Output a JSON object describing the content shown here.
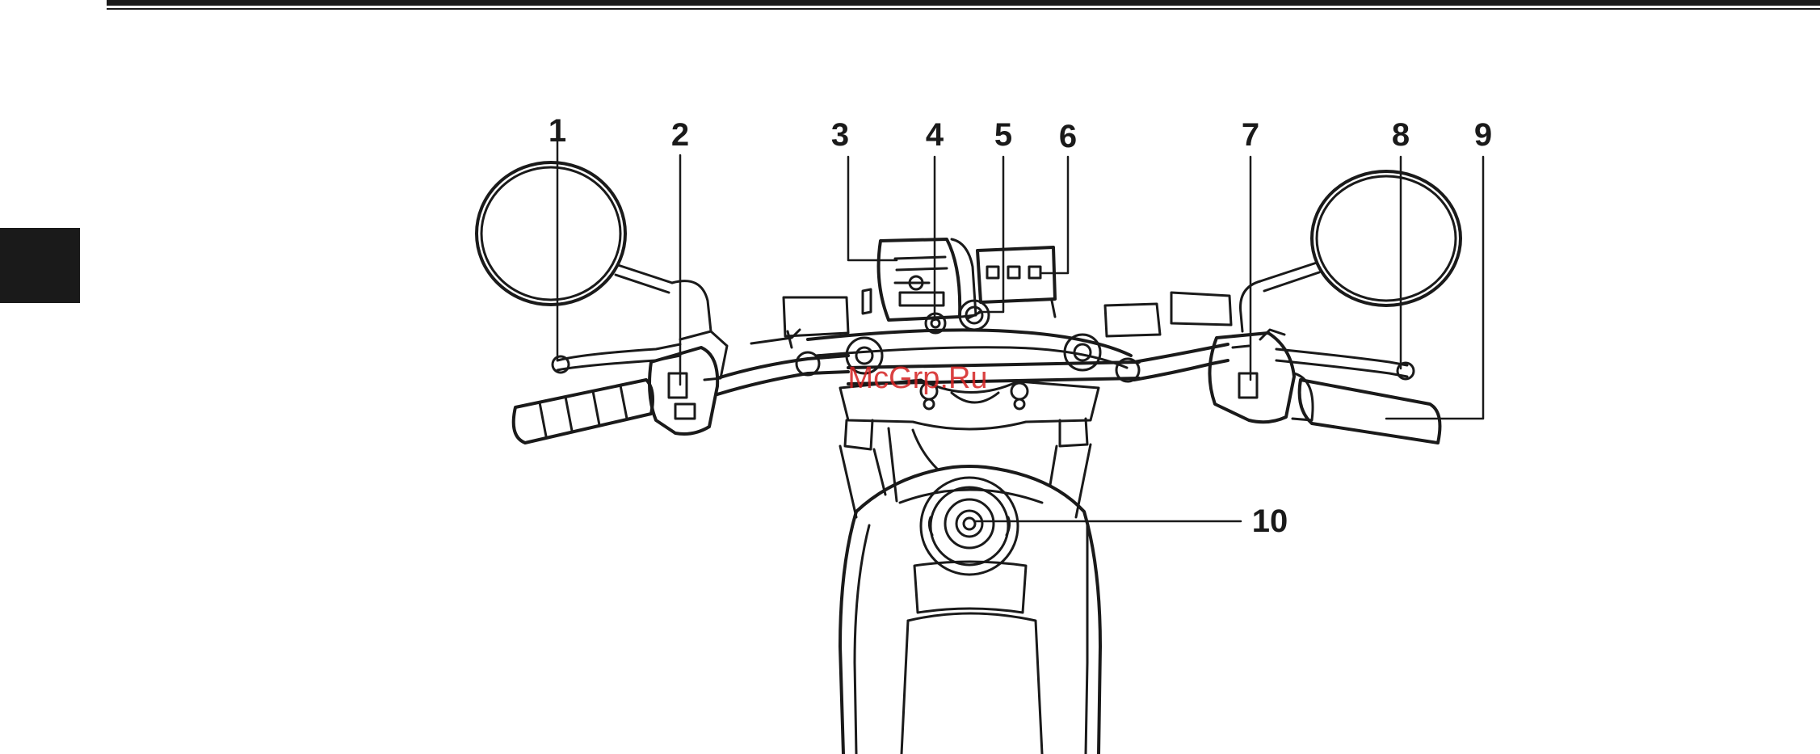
{
  "callouts": [
    {
      "id": "1",
      "label": "1"
    },
    {
      "id": "2",
      "label": "2"
    },
    {
      "id": "3",
      "label": "3"
    },
    {
      "id": "4",
      "label": "4"
    },
    {
      "id": "5",
      "label": "5"
    },
    {
      "id": "6",
      "label": "6"
    },
    {
      "id": "7",
      "label": "7"
    },
    {
      "id": "8",
      "label": "8"
    },
    {
      "id": "9",
      "label": "9"
    },
    {
      "id": "10",
      "label": "10"
    }
  ],
  "watermark": "McGrp.Ru",
  "colors": {
    "ink": "#1a1a1a",
    "watermark": "#d42020",
    "paper": "#ffffff"
  }
}
